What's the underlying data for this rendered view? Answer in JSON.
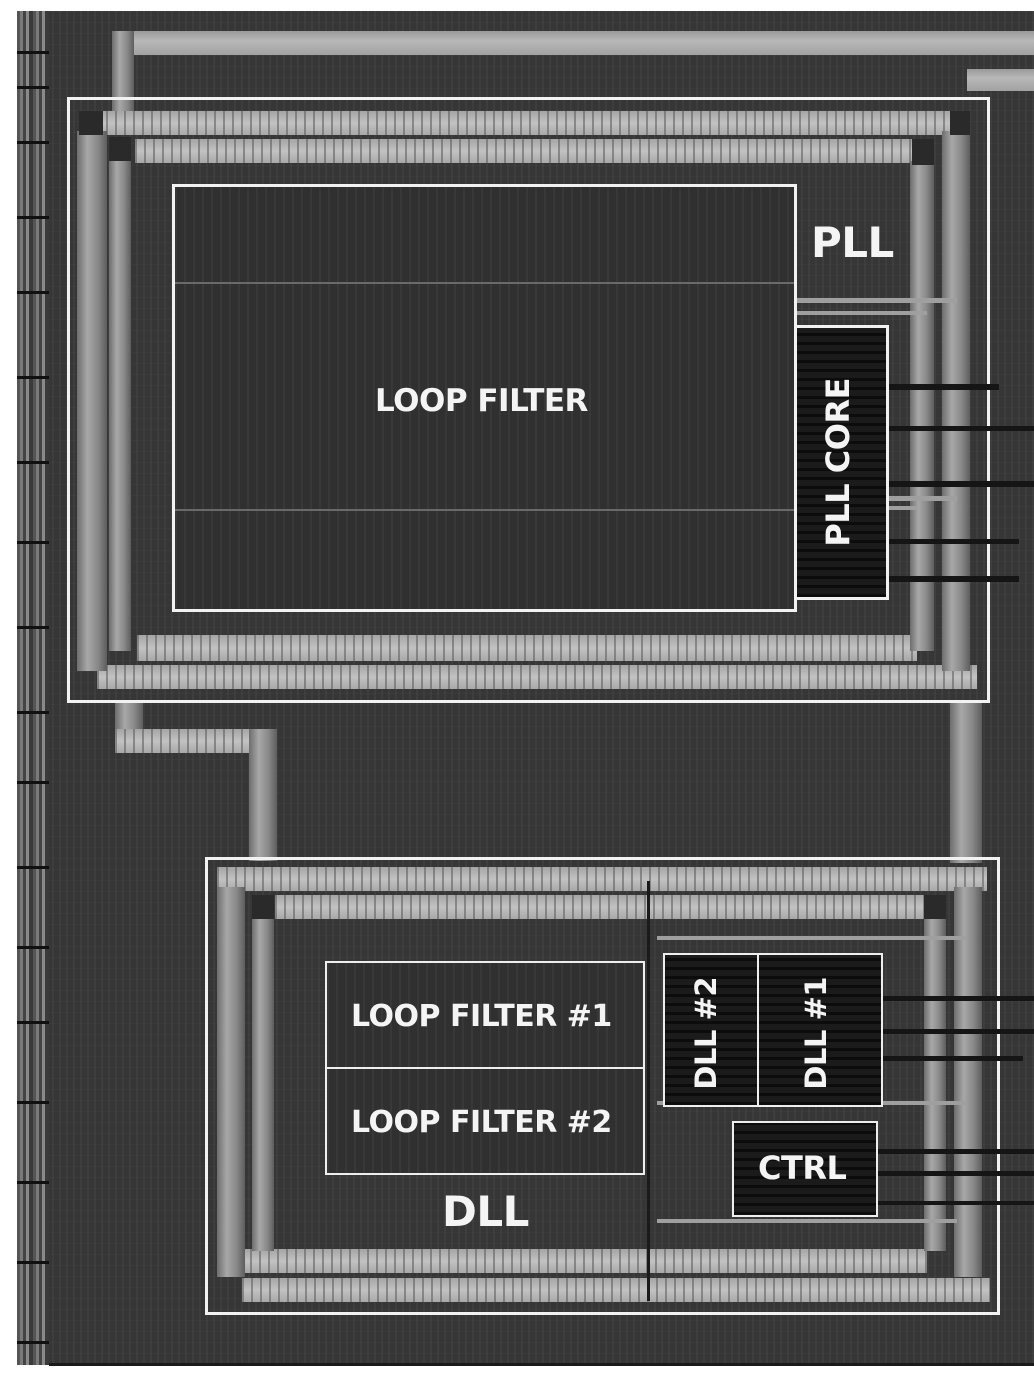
{
  "image": {
    "kind": "die-micrograph",
    "colors": {
      "background": "#363636",
      "frame": "#f2f2f2",
      "bus": "#b0b0b0",
      "core": "#181818",
      "label": "#f4f4f4"
    }
  },
  "blocks": {
    "pll": {
      "title": "PLL",
      "loop_filter": "LOOP FILTER",
      "core": "PLL CORE"
    },
    "dll": {
      "title": "DLL",
      "loop_filter_1": "LOOP FILTER #1",
      "loop_filter_2": "LOOP FILTER #2",
      "dll_2": "DLL #2",
      "dll_1": "DLL #1",
      "ctrl": "CTRL"
    }
  }
}
